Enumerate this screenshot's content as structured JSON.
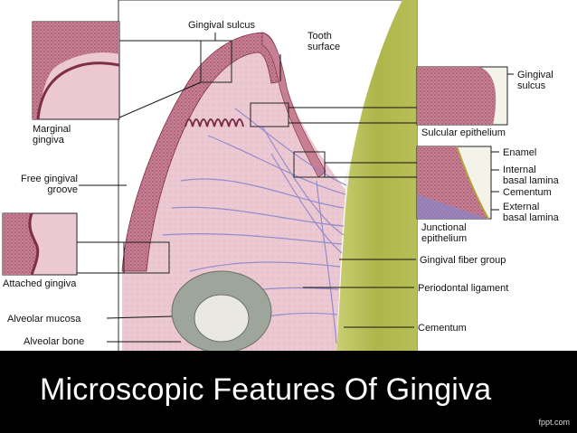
{
  "labels": {
    "gingival_sulcus_top": "Gingival sulcus",
    "tooth_surface": "Tooth\nsurface",
    "marginal_gingiva": "Marginal\ngingiva",
    "free_gingival_groove": "Free gingival\ngroove",
    "attached_gingiva": "Attached gingiva",
    "alveolar_mucosa": "Alveolar mucosa",
    "alveolar_bone": "Alveolar bone",
    "gingival_sulcus_right": "Gingival\nsulcus",
    "sulcular_epithelium": "Sulcular epithelium",
    "enamel": "Enamel",
    "internal_basal_lamina": "Internal\nbasal lamina",
    "cementum_inset": "Cementum",
    "external_basal_lamina": "External\nbasal lamina",
    "junctional_epithelium": "Junctional\nepithelium",
    "gingival_fiber_group": "Gingival fiber group",
    "periodontal_ligament": "Periodontal ligament",
    "cementum_bottom": "Cementum"
  },
  "caption": {
    "title": "Microscopic Features Of Gingiva",
    "credit": "fppt.com"
  },
  "colors": {
    "epithelium": "#a5536b",
    "connective_tissue": "#e8c2cc",
    "fiber": "#8a86cc",
    "tooth": "#b9bf5a",
    "enamel": "#f4f4ec",
    "bone": "#9ea59a"
  }
}
